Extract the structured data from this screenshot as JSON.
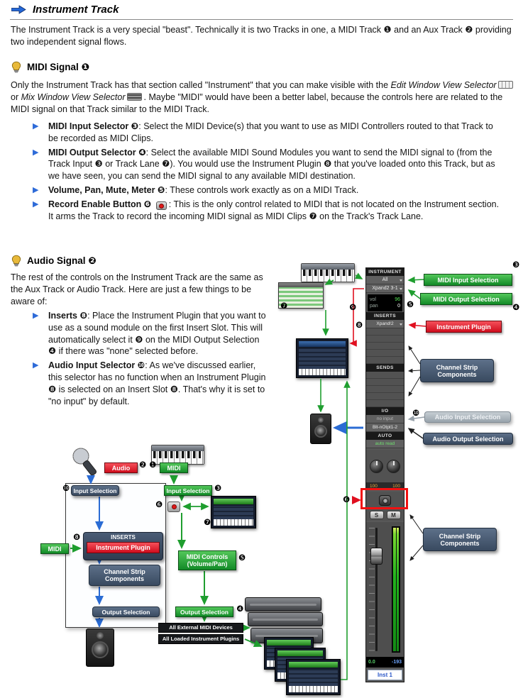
{
  "page": {
    "title": "Instrument Track"
  },
  "intro": {
    "text": "The Instrument Track is a very special \"beast\". Technically it is two Tracks in one, a MIDI Track ❶ and an Aux Track ❷ providing two independent signal flows."
  },
  "midi": {
    "heading": "MIDI Signal ❶",
    "para": {
      "p1": "Only the Instrument Track has that section called \"Instrument\" that you can make visible with the ",
      "i1": "Edit Window View Selector",
      "p2": " or ",
      "i2": "Mix Window View Selector",
      "p3": ". Maybe \"MIDI\" would have been a better label, because the controls here are related to the MIDI signal on that Track similar to the MIDI Track."
    },
    "bullets": [
      {
        "label": "MIDI Input Selector ❸",
        "text": ": Select the MIDI Device(s) that you want to use as MIDI Controllers routed to that Track to be recorded as MIDI Clips."
      },
      {
        "label": "MIDI Output Selector ❹",
        "text": ": Select the available MIDI Sound Modules you want to send the MIDI signal to (from the Track Input ❸ or Track Lane ❼). You would use the Instrument Plugin ❽ that you've loaded onto this Track, but as we have seen, you can send the MIDI signal to any available MIDI destination."
      },
      {
        "label": "Volume, Pan, Mute, Meter ❺",
        "text": ": These controls work exactly as on a MIDI Track."
      },
      {
        "label": "Record Enable Button ❻ ",
        "text": ": This is the only control related to MIDI that is not located on the Instrument section. It arms the Track to record the incoming MIDI signal as MIDI Clips ❼ on the Track's Track Lane."
      }
    ]
  },
  "audio": {
    "heading": "Audio Signal ❷",
    "para": "The rest of the controls on the Instrument Track are the same as the Aux Track or Audio Track. Here are just a few things to be aware of:",
    "bullets": [
      {
        "label": "Inserts ❽",
        "text": ": Place the Instrument Plugin that you want to use as a sound module on the first Insert Slot. This will automatically select it ❾ on the MIDI Output Selection ❹ if there was \"none\" selected before."
      },
      {
        "label": "Audio Input Selector ❿",
        "text": ": As we've discussed earlier, this selector has no function when an Instrument Plugin ❽ is selected on an Insert Slot ❽. That's why it is set to \"no input\" by default."
      }
    ]
  },
  "strip": {
    "instrument_header": "INSTRUMENT",
    "midi_input": "All",
    "midi_output": "Xpand2 3-1",
    "vol_label": "vol",
    "vol_value": "96",
    "pan_label": "pan",
    "pan_value": "0",
    "inserts_header": "INSERTS",
    "insert_slot1": "Xpand!2",
    "sends_header": "SENDS",
    "io_header": "I/O",
    "input_path": "no input",
    "output_path": "Blt-nOtpt1-2",
    "auto_header": "AUTO",
    "auto_mode": "auto read",
    "pan_left": "100",
    "pan_right": "100",
    "solo": "S",
    "mute": "M",
    "volume_readout": "0.0",
    "peak_readout": "-193",
    "track_name": "Inst 1"
  },
  "callouts": {
    "midi_input_selection": "MIDI Input Selection",
    "midi_output_selection": "MIDI Output Selection",
    "instrument_plugin": "Instrument Plugin",
    "channel_strip_components": "Channel Strip Components",
    "audio_input_selection": "Audio Input Selection",
    "audio_output_selection": "Audio Output Selection"
  },
  "flow": {
    "audio": "Audio",
    "midi": "MIDI",
    "input_selection": "Input Selection",
    "inserts_header": "INSERTS",
    "instrument_plugin": "Instrument Plugin",
    "channel_strip_components": "Channel Strip Components",
    "output_selection": "Output Selection",
    "midi_controls": "MIDI Controls (Volume/Pan)",
    "all_external_midi_devices": "All External MIDI Devices",
    "all_loaded_instrument_plugins": "All Loaded Instrument Plugins"
  },
  "markers": {
    "n1": "❶",
    "n2": "❷",
    "n3": "❸",
    "n4": "❹",
    "n5": "❺",
    "n6": "❻",
    "n7": "❼",
    "n8": "❽",
    "n9": "❾",
    "n10": "❿"
  },
  "icons": {
    "title_arrow": "blue-right-arrow",
    "section_bulb": "lightbulb",
    "bullet": "blue-triangle-right",
    "edit_window_view_selector": "edit-window-view-selector",
    "mix_window_view_selector": "mix-window-view-selector",
    "record_enable": "record-enable-red-dot"
  }
}
